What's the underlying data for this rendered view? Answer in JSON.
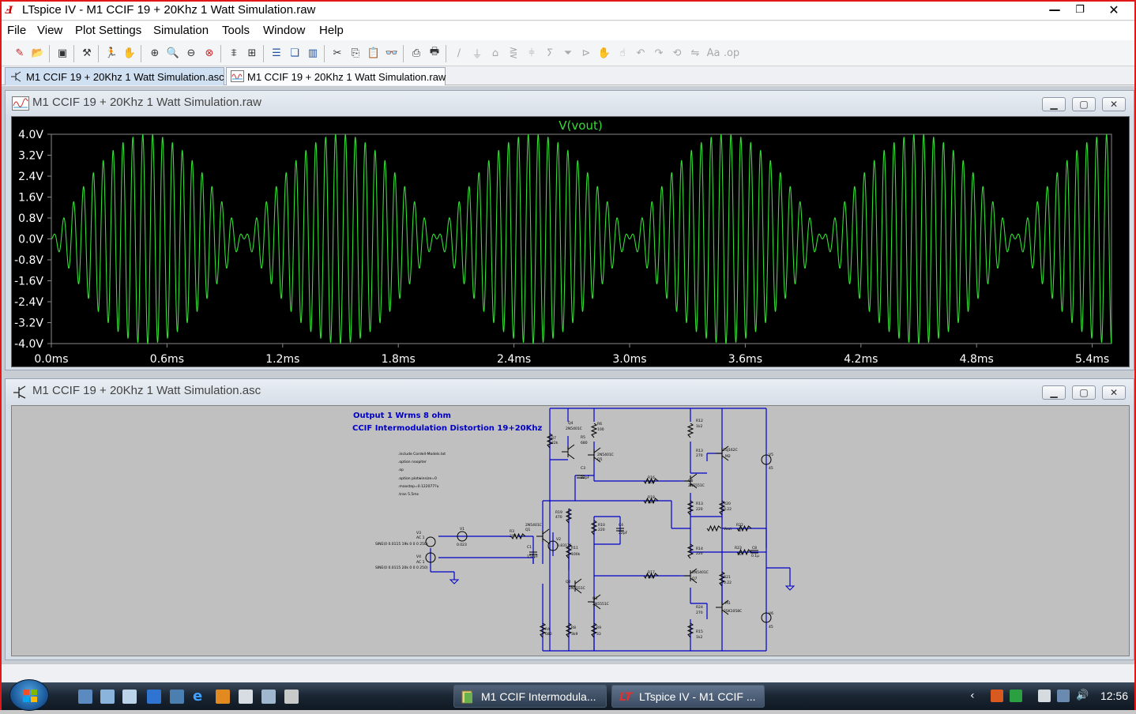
{
  "window": {
    "title": "LTspice IV - M1 CCIF 19 + 20Khz 1 Watt Simulation.raw",
    "app_icon": "ltspice-logo-icon"
  },
  "menu": [
    "File",
    "View",
    "Plot Settings",
    "Simulation",
    "Tools",
    "Window",
    "Help"
  ],
  "tabs": [
    {
      "label": "M1 CCIF 19 + 20Khz 1 Watt Simulation.asc",
      "icon": "schematic-icon",
      "active": false
    },
    {
      "label": "M1 CCIF 19 + 20Khz 1 Watt Simulation.raw",
      "icon": "waveform-icon",
      "active": true
    }
  ],
  "plot_window": {
    "title": "M1 CCIF 19 + 20Khz 1 Watt Simulation.raw"
  },
  "schematic_window": {
    "title": "M1 CCIF 19 + 20Khz 1 Watt Simulation.asc"
  },
  "chart_data": {
    "type": "line",
    "title": "V(vout)",
    "series": [
      {
        "name": "V(vout)",
        "color": "#33dd33",
        "function": "amplitude 4.0 V, sum of 19 kHz and 20 kHz tones (1 kHz beat envelope)"
      }
    ],
    "xlim": [
      0,
      5.5
    ],
    "ylim": [
      -4.0,
      4.0
    ],
    "x_unit": "ms",
    "y_unit": "V",
    "xticks": [
      "0.0ms",
      "0.6ms",
      "1.2ms",
      "1.8ms",
      "2.4ms",
      "3.0ms",
      "3.6ms",
      "4.2ms",
      "4.8ms",
      "5.4ms"
    ],
    "yticks": [
      "4.0V",
      "3.2V",
      "2.4V",
      "1.6V",
      "0.8V",
      "0.0V",
      "-0.8V",
      "-1.6V",
      "-2.4V",
      "-3.2V",
      "-4.0V"
    ],
    "background": "#000000",
    "grid": false
  },
  "schematic": {
    "notes": [
      "Output 1 Wrms 8 ohm",
      "CCIF Intermodulation Distortion 19+20Khz"
    ],
    "directives": [
      ".include Cordell-Models.txt",
      ".option noopiter",
      ".op",
      ".option plotwinsize=0",
      ".maxstep=0.122077?u",
      ".tran 5.5ms"
    ],
    "labels": [
      "Q4",
      "2N5401C",
      "R7",
      "22k",
      "R5",
      "680",
      "R6",
      "100",
      "2N5401C",
      "Q5",
      "C3",
      "22pF",
      "R16",
      "200",
      "Q6",
      "2N5551C",
      "R18",
      "22k",
      "R19",
      "470",
      "2N5401C",
      "Q1",
      "R10",
      "220",
      "C4",
      "22pF",
      "R3",
      "200",
      "V3",
      "AC 1",
      "SINE(0 0.0115 19k 0 0 0 250)",
      "V4",
      "AC 1",
      "SINE(0 0.0115 20k 0 0 0 250)",
      "V1",
      "0.023",
      "C1",
      "150pF",
      "V2",
      "0.83136",
      "R11",
      "100k",
      "R17",
      "200",
      "2N5401C",
      "Q7",
      "Q2",
      "2N5551C",
      "Q3",
      "2N5551C",
      "R4",
      "680",
      "R8",
      "3k9",
      "R9",
      "33",
      "R12",
      "1k2",
      "R13",
      "270",
      "2SJ162C",
      "M2",
      "R13",
      "220",
      "R20",
      "0.22",
      "Vout",
      "R22",
      "8",
      "R14",
      "220",
      "R23",
      "10",
      "C8",
      "0.1µ",
      "R21",
      "0.22",
      "R24",
      "270",
      "M1",
      "2SK1058C",
      "R15",
      "1k2",
      "V5",
      "45",
      "V6",
      "45"
    ]
  },
  "taskbar": {
    "buttons": [
      {
        "label": "M1 CCIF Intermodula...",
        "icon": "folder-icon"
      },
      {
        "label": "LTspice IV - M1 CCIF ...",
        "icon": "ltspice-logo-icon"
      }
    ],
    "clock": "12:56"
  },
  "colors": {
    "trace": "#33dd33",
    "wire": "#0000c8",
    "note_text": "#0000c8",
    "frame_border": "#e01818"
  }
}
